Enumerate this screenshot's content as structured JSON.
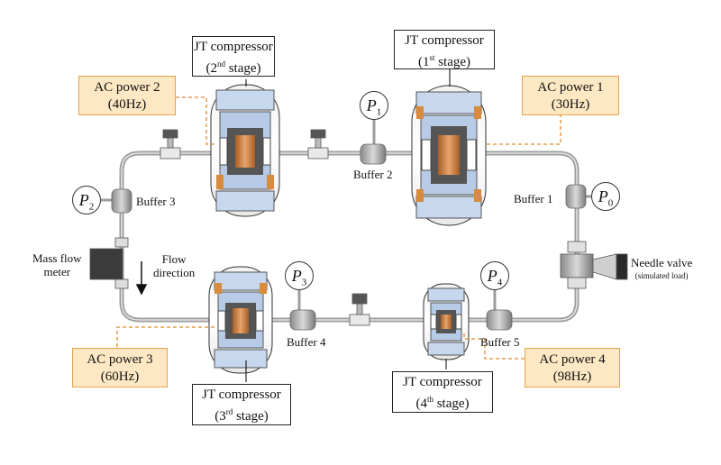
{
  "compressors": {
    "stage1": {
      "title": "JT compressor",
      "ord": "1",
      "sup": "st",
      "word": "stage"
    },
    "stage2": {
      "title": "JT compressor",
      "ord": "2",
      "sup": "nd",
      "word": "stage"
    },
    "stage3": {
      "title": "JT compressor",
      "ord": "3",
      "sup": "rd",
      "word": "stage"
    },
    "stage4": {
      "title": "JT compressor",
      "ord": "4",
      "sup": "th",
      "word": "stage"
    }
  },
  "ac_power": {
    "ac1": {
      "title": "AC power 1",
      "freq": "(30Hz)"
    },
    "ac2": {
      "title": "AC power 2",
      "freq": "(40Hz)"
    },
    "ac3": {
      "title": "AC power 3",
      "freq": "(60Hz)"
    },
    "ac4": {
      "title": "AC power 4",
      "freq": "(98Hz)"
    }
  },
  "buffers": {
    "b1": "Buffer 1",
    "b2": "Buffer 2",
    "b3": "Buffer 3",
    "b4": "Buffer 4",
    "b5": "Buffer 5"
  },
  "gauges": {
    "p0": {
      "sym": "P",
      "sub": "0"
    },
    "p1": {
      "sym": "P",
      "sub": "1"
    },
    "p2": {
      "sym": "P",
      "sub": "2"
    },
    "p3": {
      "sym": "P",
      "sub": "3"
    },
    "p4": {
      "sym": "P",
      "sub": "4"
    }
  },
  "labels": {
    "mass_flow_1": "Mass flow",
    "mass_flow_2": "meter",
    "flow_1": "Flow",
    "flow_2": "direction",
    "needle_1": "Needle valve",
    "needle_2": "(simulated load)"
  },
  "colors": {
    "ac_fill": "#fde8c3",
    "ac_border": "#e3a44a",
    "copper": "#c87a3a",
    "coolant": "#bcd0ea",
    "pipe": "#bdbdbd"
  }
}
